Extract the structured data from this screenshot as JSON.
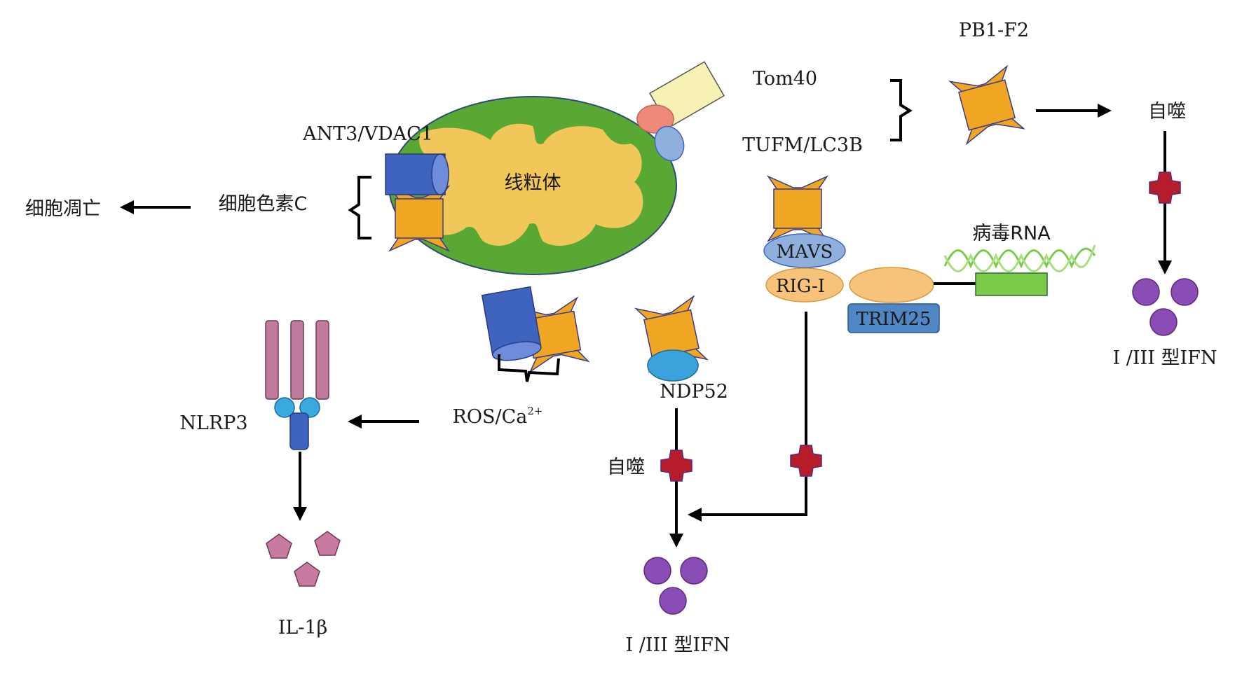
{
  "labels": {
    "mitochondria": "线粒体",
    "tom40": "Tom40",
    "tufm_lc3b": "TUFM/LC3B",
    "pb1f2": "PB1-F2",
    "autophagy_right": "自噬",
    "ifn_right": "I /III 型IFN",
    "ant3_vdac1": "ANT3/VDAC1",
    "cytochrome_c": "细胞色素C",
    "apoptosis": "细胞凋亡",
    "mavs": "MAVS",
    "rigi": "RIG-I",
    "trim25": "TRIM25",
    "viral_rna": "病毒RNA",
    "ndp52": "NDP52",
    "autophagy_center": "自噬",
    "ifn_center": "I /III 型IFN",
    "ros_ca": "ROS/Ca",
    "ros_ca_sup": "2+",
    "nlrp3": "NLRP3",
    "il1b": "IL-1β"
  },
  "colors": {
    "mito_outer": "#5aa834",
    "mito_inner": "#f2c75a",
    "protein_orange": "#f0a623",
    "protein_blue": "#3f64c0",
    "mavs_blue": "#8fb0dc",
    "rigi_orange": "#f7c27a",
    "trim25_blue": "#4f86c4",
    "rna_green": "#7acb49",
    "block_red": "#b71c2c",
    "ifn_purple": "#8a4db5",
    "nlrp3_pink": "#c07a9e",
    "nlrp3_cyan": "#3aa9e0",
    "il1b_pink": "#c87aa0",
    "ndp52_blue": "#3aa3dc",
    "tom40_yellow": "#f7f2b4",
    "tom_red": "#ef8a7a"
  }
}
